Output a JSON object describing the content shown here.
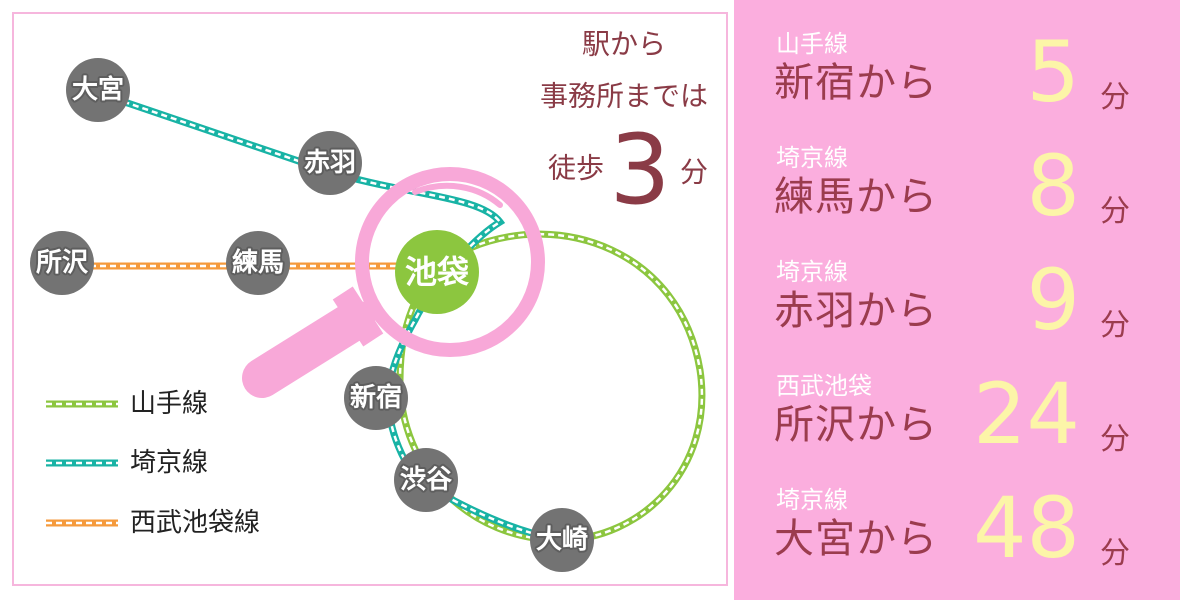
{
  "map": {
    "walk": {
      "line1": "駅から",
      "line2": "事務所までは",
      "prefix": "徒歩",
      "minutes": "3",
      "unit": "分"
    },
    "stations": {
      "omiya": "大宮",
      "akabane": "赤羽",
      "tokorozawa": "所沢",
      "nerima": "練馬",
      "ikebukuro": "池袋",
      "shinjuku": "新宿",
      "shibuya": "渋谷",
      "osaki": "大崎"
    },
    "legend": [
      {
        "label": "山手線",
        "color": "#8cc63f"
      },
      {
        "label": "埼京線",
        "color": "#18b3a5"
      },
      {
        "label": "西武池袋線",
        "color": "#f59a3c"
      }
    ],
    "colors": {
      "station": "#737373",
      "highlight_station": "#8cc63f",
      "magnifier": "#f8a8d8",
      "frame": "#f6b6dd"
    }
  },
  "routes": [
    {
      "line": "山手線",
      "station": "新宿から",
      "minutes": "5",
      "unit": "分"
    },
    {
      "line": "埼京線",
      "station": "練馬から",
      "minutes": "8",
      "unit": "分"
    },
    {
      "line": "埼京線",
      "station": "赤羽から",
      "minutes": "9",
      "unit": "分"
    },
    {
      "line": "西武池袋",
      "station": "所沢から",
      "minutes": "24",
      "unit": "分"
    },
    {
      "line": "埼京線",
      "station": "大宮から",
      "minutes": "48",
      "unit": "分"
    }
  ],
  "panel_colors": {
    "background": "#fbaede",
    "station_text": "#9b3c4e",
    "minutes_text": "#fcf5a8"
  }
}
